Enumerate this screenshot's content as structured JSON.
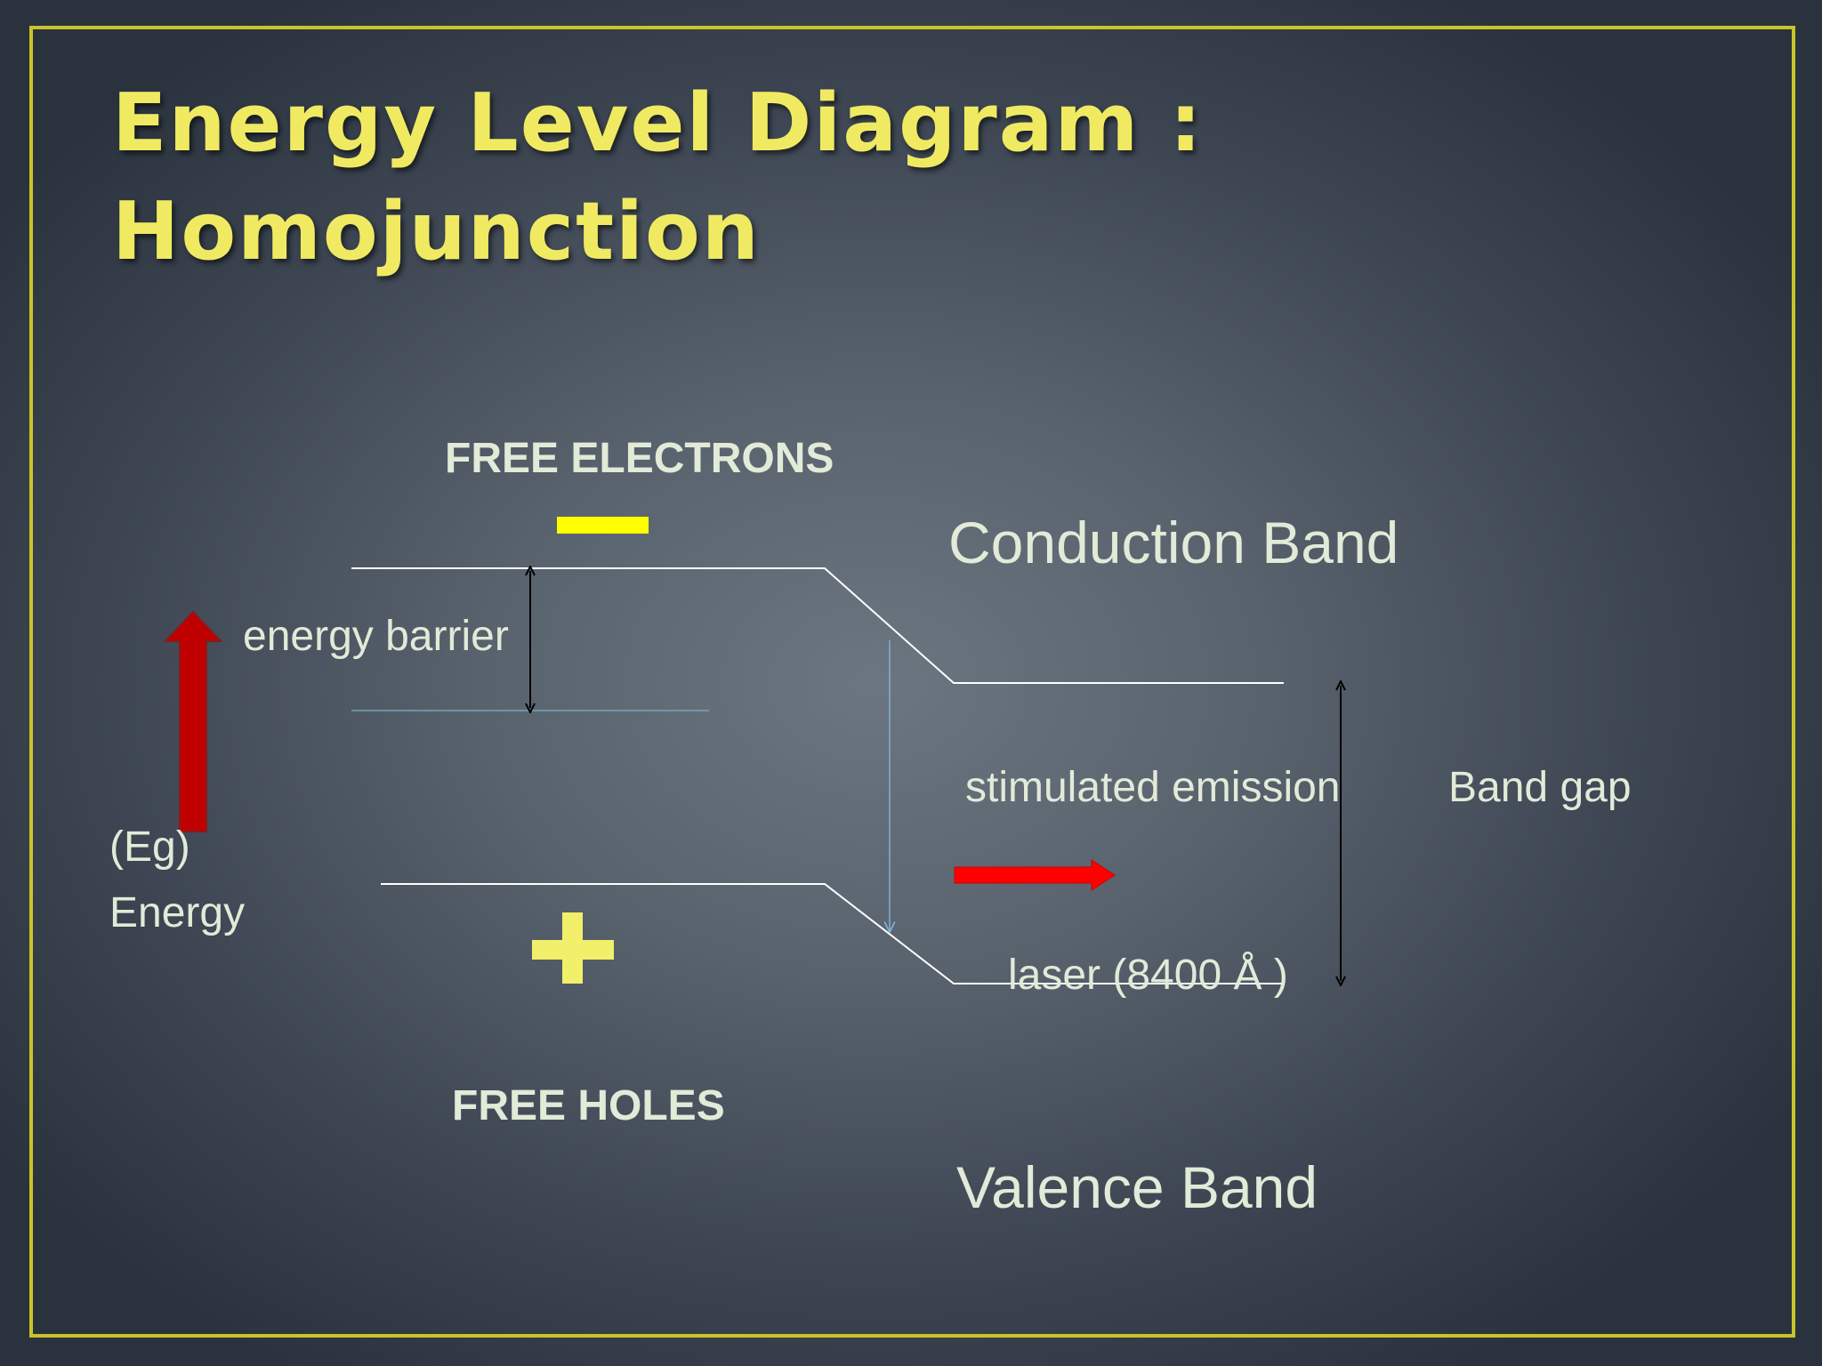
{
  "slide": {
    "title_line1": "Energy Level Diagram :",
    "title_line2": "Homojunction",
    "colors": {
      "title": "#f0ea63",
      "frame": "#c9c42a",
      "label": "#e2ead8",
      "energy_arrow": "#c00000",
      "laser_arrow": "#ff0000",
      "charge_symbols": "#ffff00"
    }
  },
  "diagram": {
    "free_electrons": "FREE ELECTRONS",
    "free_holes": "FREE HOLES",
    "conduction_band": "Conduction Band",
    "valence_band": "Valence Band",
    "energy_barrier": "energy barrier",
    "stimulated_emission": "stimulated emission",
    "band_gap": "Band gap",
    "laser": "laser (8400 Å )",
    "eg": "(Eg)",
    "energy": "Energy"
  }
}
